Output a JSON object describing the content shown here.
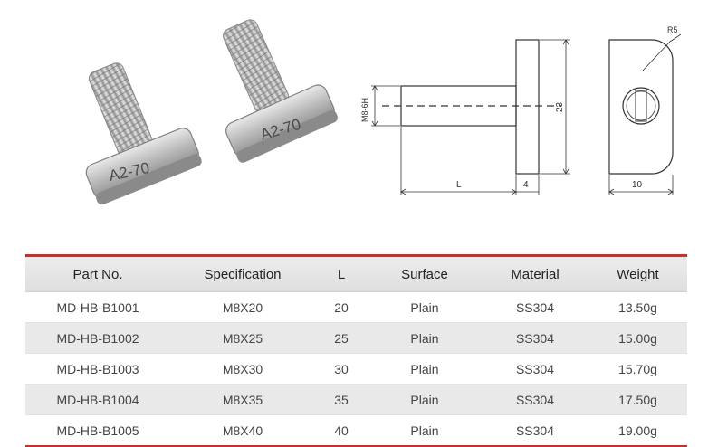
{
  "photo": {
    "bolt_marking_left": "A2-70",
    "bolt_marking_right": "A2-70"
  },
  "drawing": {
    "thread_label": "M8-6H",
    "length_label": "L",
    "head_thickness_label": "4",
    "height_label": "23",
    "width_label": "10",
    "radius_label": "R5"
  },
  "table": {
    "headers": [
      "Part No.",
      "Specification",
      "L",
      "Surface",
      "Material",
      "Weight"
    ],
    "rows": [
      [
        "MD-HB-B1001",
        "M8X20",
        "20",
        "Plain",
        "SS304",
        "13.50g"
      ],
      [
        "MD-HB-B1002",
        "M8X25",
        "25",
        "Plain",
        "SS304",
        "15.00g"
      ],
      [
        "MD-HB-B1003",
        "M8X30",
        "30",
        "Plain",
        "SS304",
        "15.70g"
      ],
      [
        "MD-HB-B1004",
        "M8X35",
        "35",
        "Plain",
        "SS304",
        "17.50g"
      ],
      [
        "MD-HB-B1005",
        "M8X40",
        "40",
        "Plain",
        "SS304",
        "19.00g"
      ]
    ]
  }
}
